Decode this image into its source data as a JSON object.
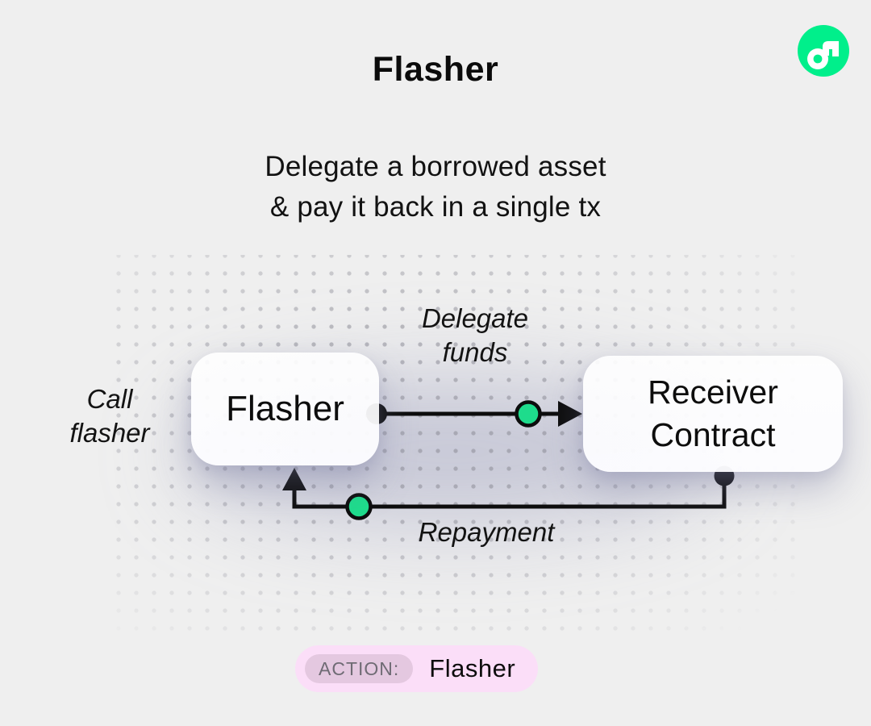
{
  "header": {
    "title": "Flasher",
    "subtitle_line1": "Delegate a borrowed asset",
    "subtitle_line2": "& pay it back in a single tx"
  },
  "logo": {
    "icon": "flow-logo-icon",
    "color": "#00EF8B"
  },
  "diagram": {
    "flasher_box": {
      "label": "Flasher"
    },
    "receiver_box": {
      "label_line1": "Receiver",
      "label_line2": "Contract"
    },
    "call_label": {
      "line1": "Call",
      "line2": "flasher"
    },
    "delegate_label": {
      "line1": "Delegate",
      "line2": "funds"
    },
    "repayment_label": "Repayment",
    "colors": {
      "connector": "#0D0D0D",
      "node_green": "#1EDC8C"
    }
  },
  "action_bar": {
    "label": "ACTION:",
    "value": "Flasher",
    "bg": "#FBDEF8",
    "chip_bg": "#E4C8E0"
  }
}
